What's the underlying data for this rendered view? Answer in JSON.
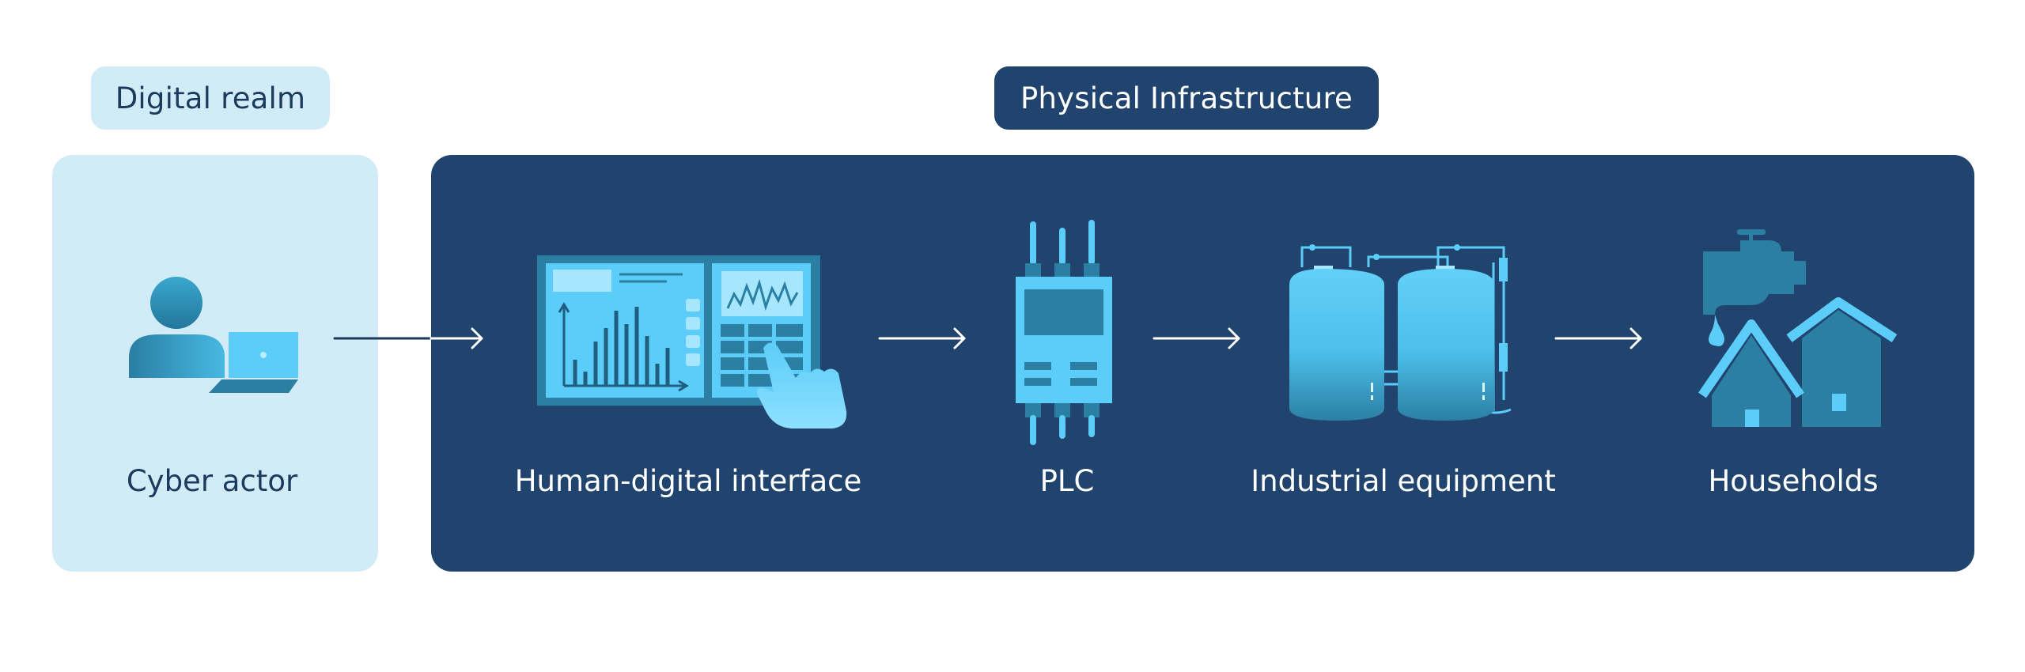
{
  "groups": {
    "digital": {
      "title": "Digital realm"
    },
    "physical": {
      "title": "Physical Infrastructure"
    }
  },
  "nodes": [
    {
      "id": "cyber-actor",
      "label": "Cyber actor",
      "icon": "cyber-actor-with-laptop-icon"
    },
    {
      "id": "hmi",
      "label": "Human-digital interface",
      "icon": "touchscreen-dashboard-icon"
    },
    {
      "id": "plc",
      "label": "PLC",
      "icon": "plc-controller-icon"
    },
    {
      "id": "equipment",
      "label": "Industrial equipment",
      "icon": "storage-tanks-icon"
    },
    {
      "id": "households",
      "label": "Households",
      "icon": "houses-with-water-tap-icon"
    }
  ],
  "edges": [
    {
      "from": "cyber-actor",
      "to": "hmi"
    },
    {
      "from": "hmi",
      "to": "plc"
    },
    {
      "from": "plc",
      "to": "equipment"
    },
    {
      "from": "equipment",
      "to": "households"
    }
  ],
  "colors": {
    "light_panel": "#d2ecf7",
    "dark_panel": "#21446f",
    "icon_light": "#5bcdf8",
    "icon_mid": "#2b7fa3",
    "text_dark": "#1c3a5e"
  }
}
